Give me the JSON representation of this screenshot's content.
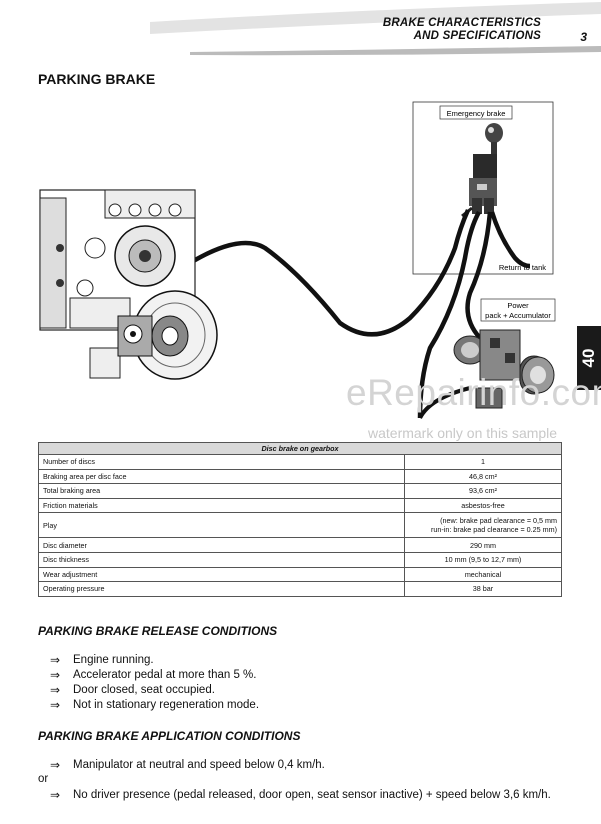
{
  "header": {
    "title_line1": "BRAKE CHARACTERISTICS",
    "title_line2": "AND SPECIFICATIONS",
    "chapter_number": "3"
  },
  "section": {
    "title": "PARKING BRAKE"
  },
  "diagram": {
    "emergency_brake_label": "Emergency brake",
    "return_to_tank_label": "Return to tank",
    "power_pack_line1": "Power",
    "power_pack_line2": "pack + Accumulator"
  },
  "tab": {
    "number": "40"
  },
  "watermark": {
    "main": "eRepairinfo.com",
    "note": "watermark only on this sample"
  },
  "spec_table": {
    "header": "Disc brake on gearbox",
    "rows": [
      {
        "label": "Number of discs",
        "value": "1"
      },
      {
        "label": "Braking area per disc face",
        "value": "46,8 cm²"
      },
      {
        "label": "Total braking area",
        "value": "93,6 cm²"
      },
      {
        "label": "Friction materials",
        "value": "asbestos-free"
      },
      {
        "label": "Play",
        "value": "(new: brake pad clearance = 0,5 mm",
        "value2": "run-in: brake pad clearance = 0.25 mm)"
      },
      {
        "label": "Disc diameter",
        "value": "290 mm"
      },
      {
        "label": "Disc thickness",
        "value": "10 mm (9,5 to 12,7 mm)"
      },
      {
        "label": "Wear adjustment",
        "value": "mechanical"
      },
      {
        "label": "Operating pressure",
        "value": "38 bar"
      }
    ]
  },
  "release_conditions": {
    "title": "PARKING BRAKE RELEASE CONDITIONS",
    "items": [
      "Engine running.",
      "Accelerator pedal at more than 5 %.",
      "Door closed, seat occupied.",
      "Not in stationary regeneration mode."
    ]
  },
  "application_conditions": {
    "title": "PARKING BRAKE APPLICATION CONDITIONS",
    "item1": "Manipulator at neutral and speed below 0,4 km/h.",
    "or_text": "or",
    "item2": "No driver presence (pedal released, door open, seat sensor inactive) + speed below 3,6 km/h."
  },
  "bullet_glyph": "⇒"
}
